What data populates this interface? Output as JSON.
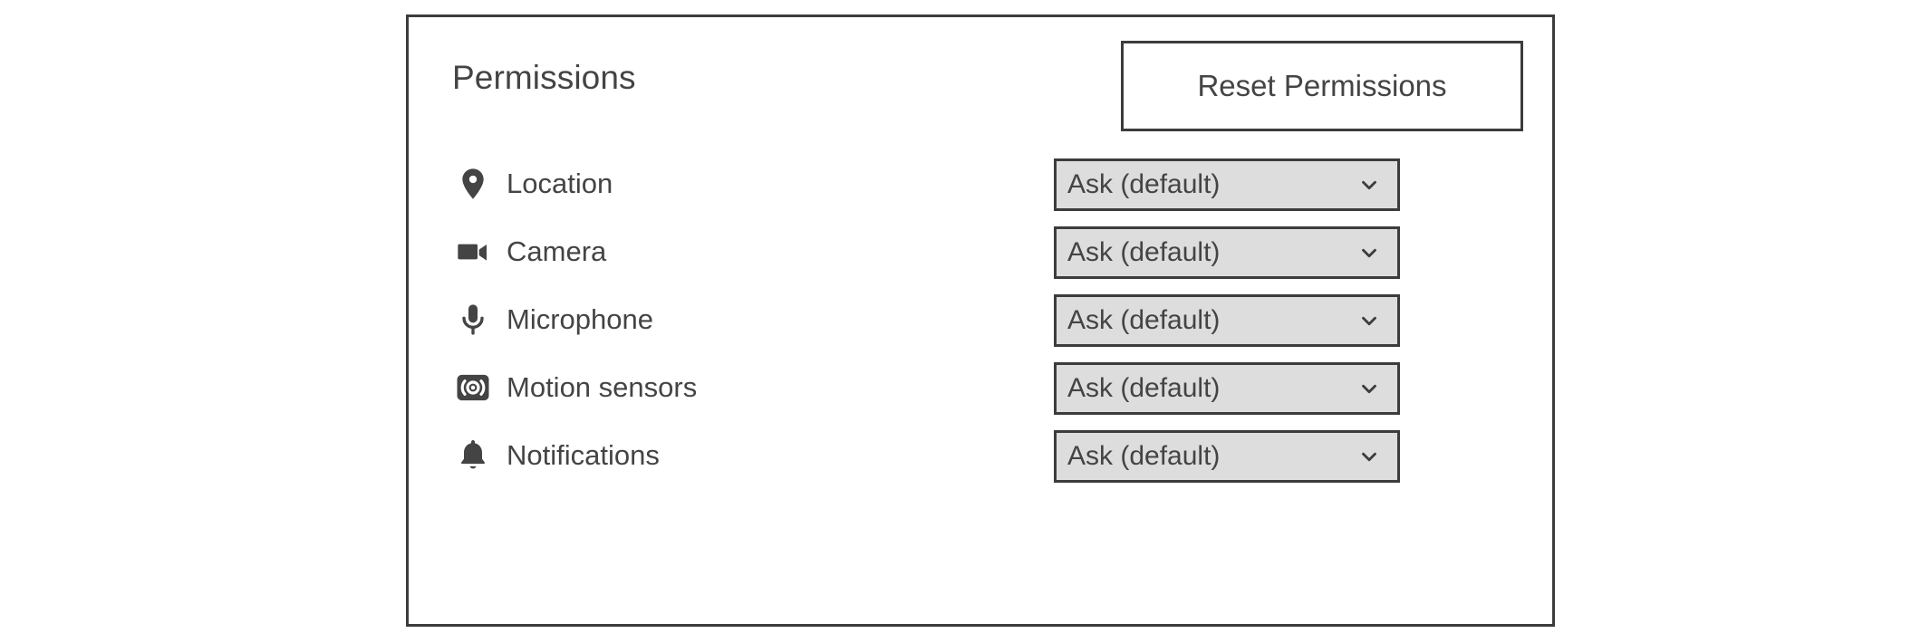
{
  "card": {
    "title": "Permissions",
    "reset_button_label": "Reset Permissions"
  },
  "colors": {
    "border": "#3c3c3c",
    "text": "#444444",
    "select_background": "#dddddd",
    "page_background": "#ffffff",
    "icon": "#444444"
  },
  "permissions": [
    {
      "label": "Location",
      "icon": "location-pin-icon",
      "value": "Ask (default)",
      "chevron": "chevron-down-icon"
    },
    {
      "label": "Camera",
      "icon": "videocam-icon",
      "value": "Ask (default)",
      "chevron": "chevron-down-icon"
    },
    {
      "label": "Microphone",
      "icon": "microphone-icon",
      "value": "Ask (default)",
      "chevron": "chevron-down-icon"
    },
    {
      "label": "Motion sensors",
      "icon": "motion-sensor-icon",
      "value": "Ask (default)",
      "chevron": "chevron-down-icon"
    },
    {
      "label": "Notifications",
      "icon": "bell-icon",
      "value": "Ask (default)",
      "chevron": "chevron-down-icon"
    }
  ]
}
